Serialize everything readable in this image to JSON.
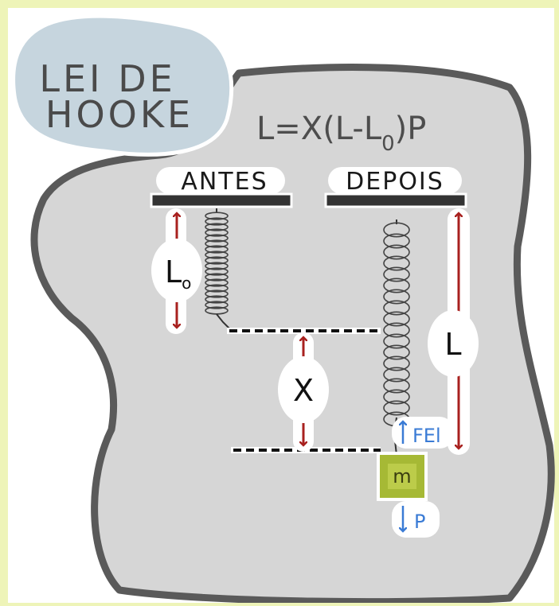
{
  "title": {
    "line1": "LEI DE",
    "line2": "HOOKE"
  },
  "formula": {
    "main": "L=X(L-L",
    "sub": "0",
    "tail": ")P"
  },
  "labels": {
    "before": "ANTES",
    "after": "DEPOIS",
    "original_length": "L",
    "original_length_sub": "o",
    "length": "L",
    "deformation": "X",
    "elastic_force": "FEl",
    "weight": "P",
    "mass": "m"
  },
  "colors": {
    "background": "#eef4b8",
    "panel": "#d6d6d6",
    "panel_border": "#5a5a5a",
    "title_bubble": "#c6d5de",
    "support": "#333333",
    "arrow_red": "#a8211f",
    "arrow_blue": "#3a7bd5",
    "mass_block": "#a6b935"
  }
}
